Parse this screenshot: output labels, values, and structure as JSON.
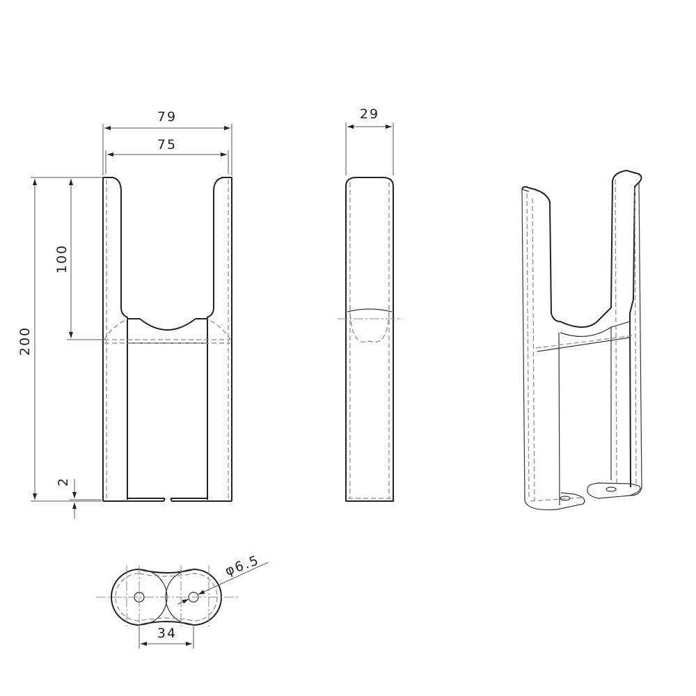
{
  "dimensions": {
    "overall_width": "79",
    "inner_width": "75",
    "depth": "29",
    "height": "200",
    "cradle_height": "100",
    "base_thickness": "2",
    "hole_spacing": "34",
    "hole_diameter": "φ6.5"
  },
  "colors": {
    "line": "#222222",
    "hidden": "#888888"
  }
}
